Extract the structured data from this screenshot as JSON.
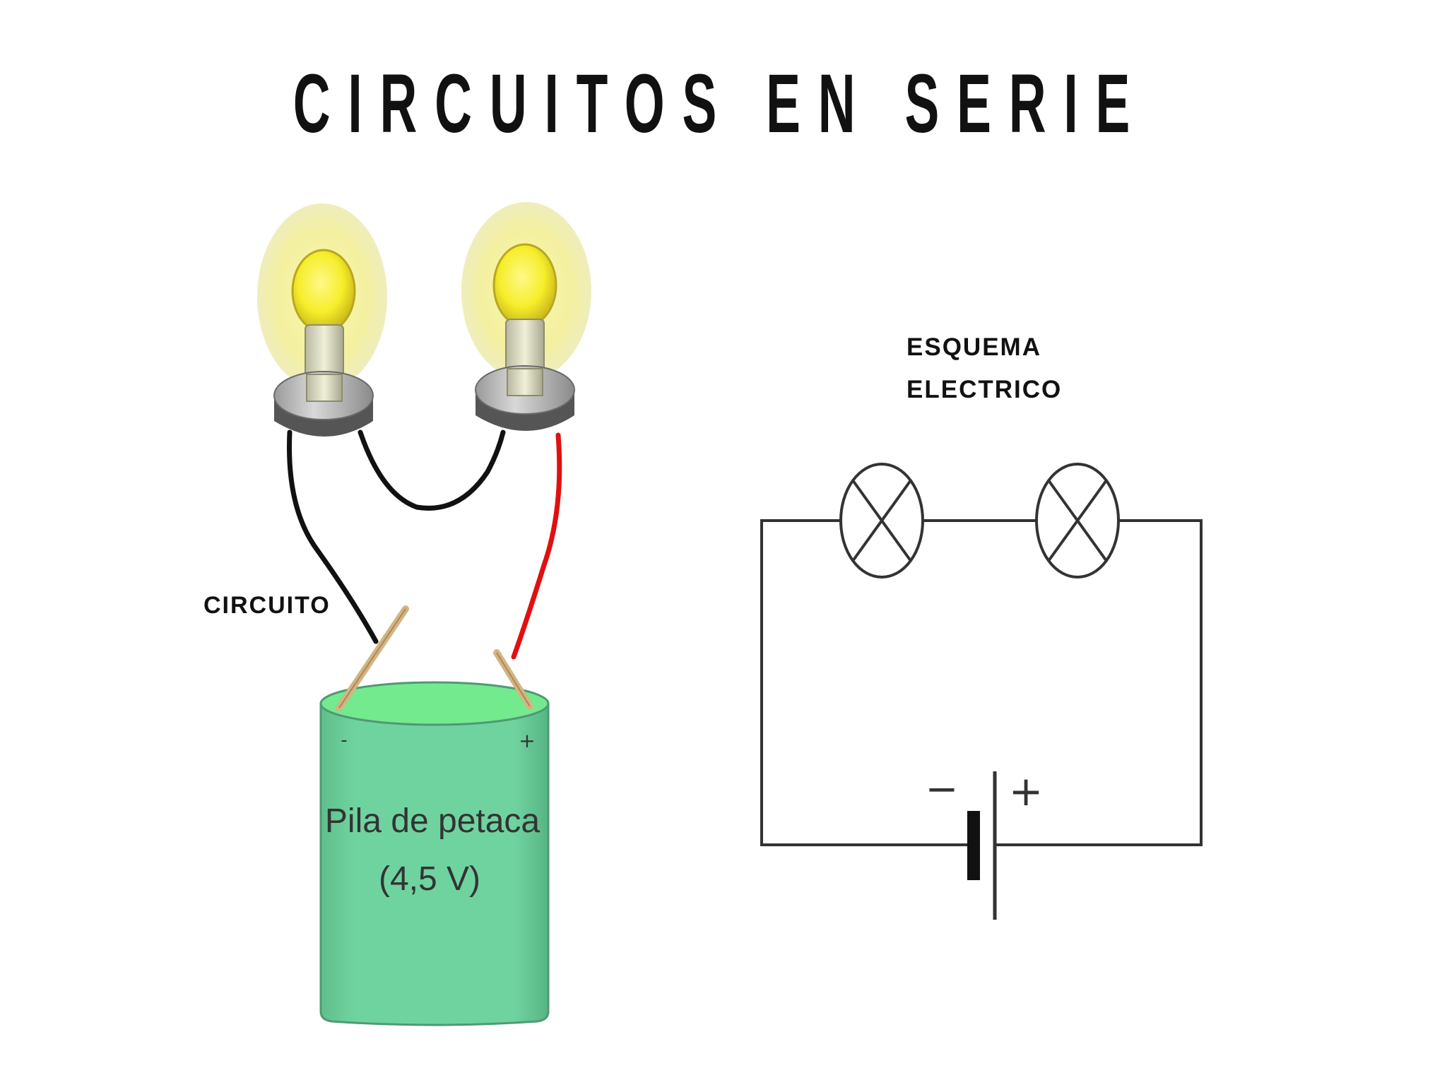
{
  "title": "CIRCUITOS EN SERIE",
  "labels": {
    "circuit": "CIRCUITO",
    "schema_line1": "ESQUEMA",
    "schema_line2": "ELECTRICO"
  },
  "battery": {
    "name": "Pila de petaca",
    "voltage": "(4,5 V)",
    "minus": "-",
    "plus": "+"
  },
  "schematic": {
    "minus": "−",
    "plus": "+"
  },
  "colors": {
    "bulb_glow": "#f3f09a",
    "bulb_glass": "#f2ec2c",
    "battery_body": "#6ccf9c",
    "battery_top": "#74ea8f",
    "wire_black": "#111111",
    "wire_red": "#e01010",
    "clip": "#d4b483"
  },
  "icons": [
    "light-bulb-icon",
    "light-bulb-icon",
    "battery-icon",
    "lamp-symbol-icon",
    "lamp-symbol-icon",
    "cell-symbol-icon"
  ]
}
